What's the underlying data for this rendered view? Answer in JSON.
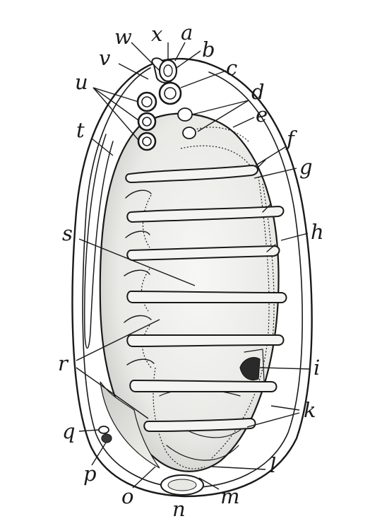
{
  "figure": {
    "labels": [
      "w",
      "x",
      "a",
      "b",
      "v",
      "c",
      "u",
      "d",
      "e",
      "t",
      "f",
      "g",
      "h",
      "s",
      "r",
      "i",
      "k",
      "q",
      "p",
      "l",
      "o",
      "n",
      "m"
    ]
  }
}
